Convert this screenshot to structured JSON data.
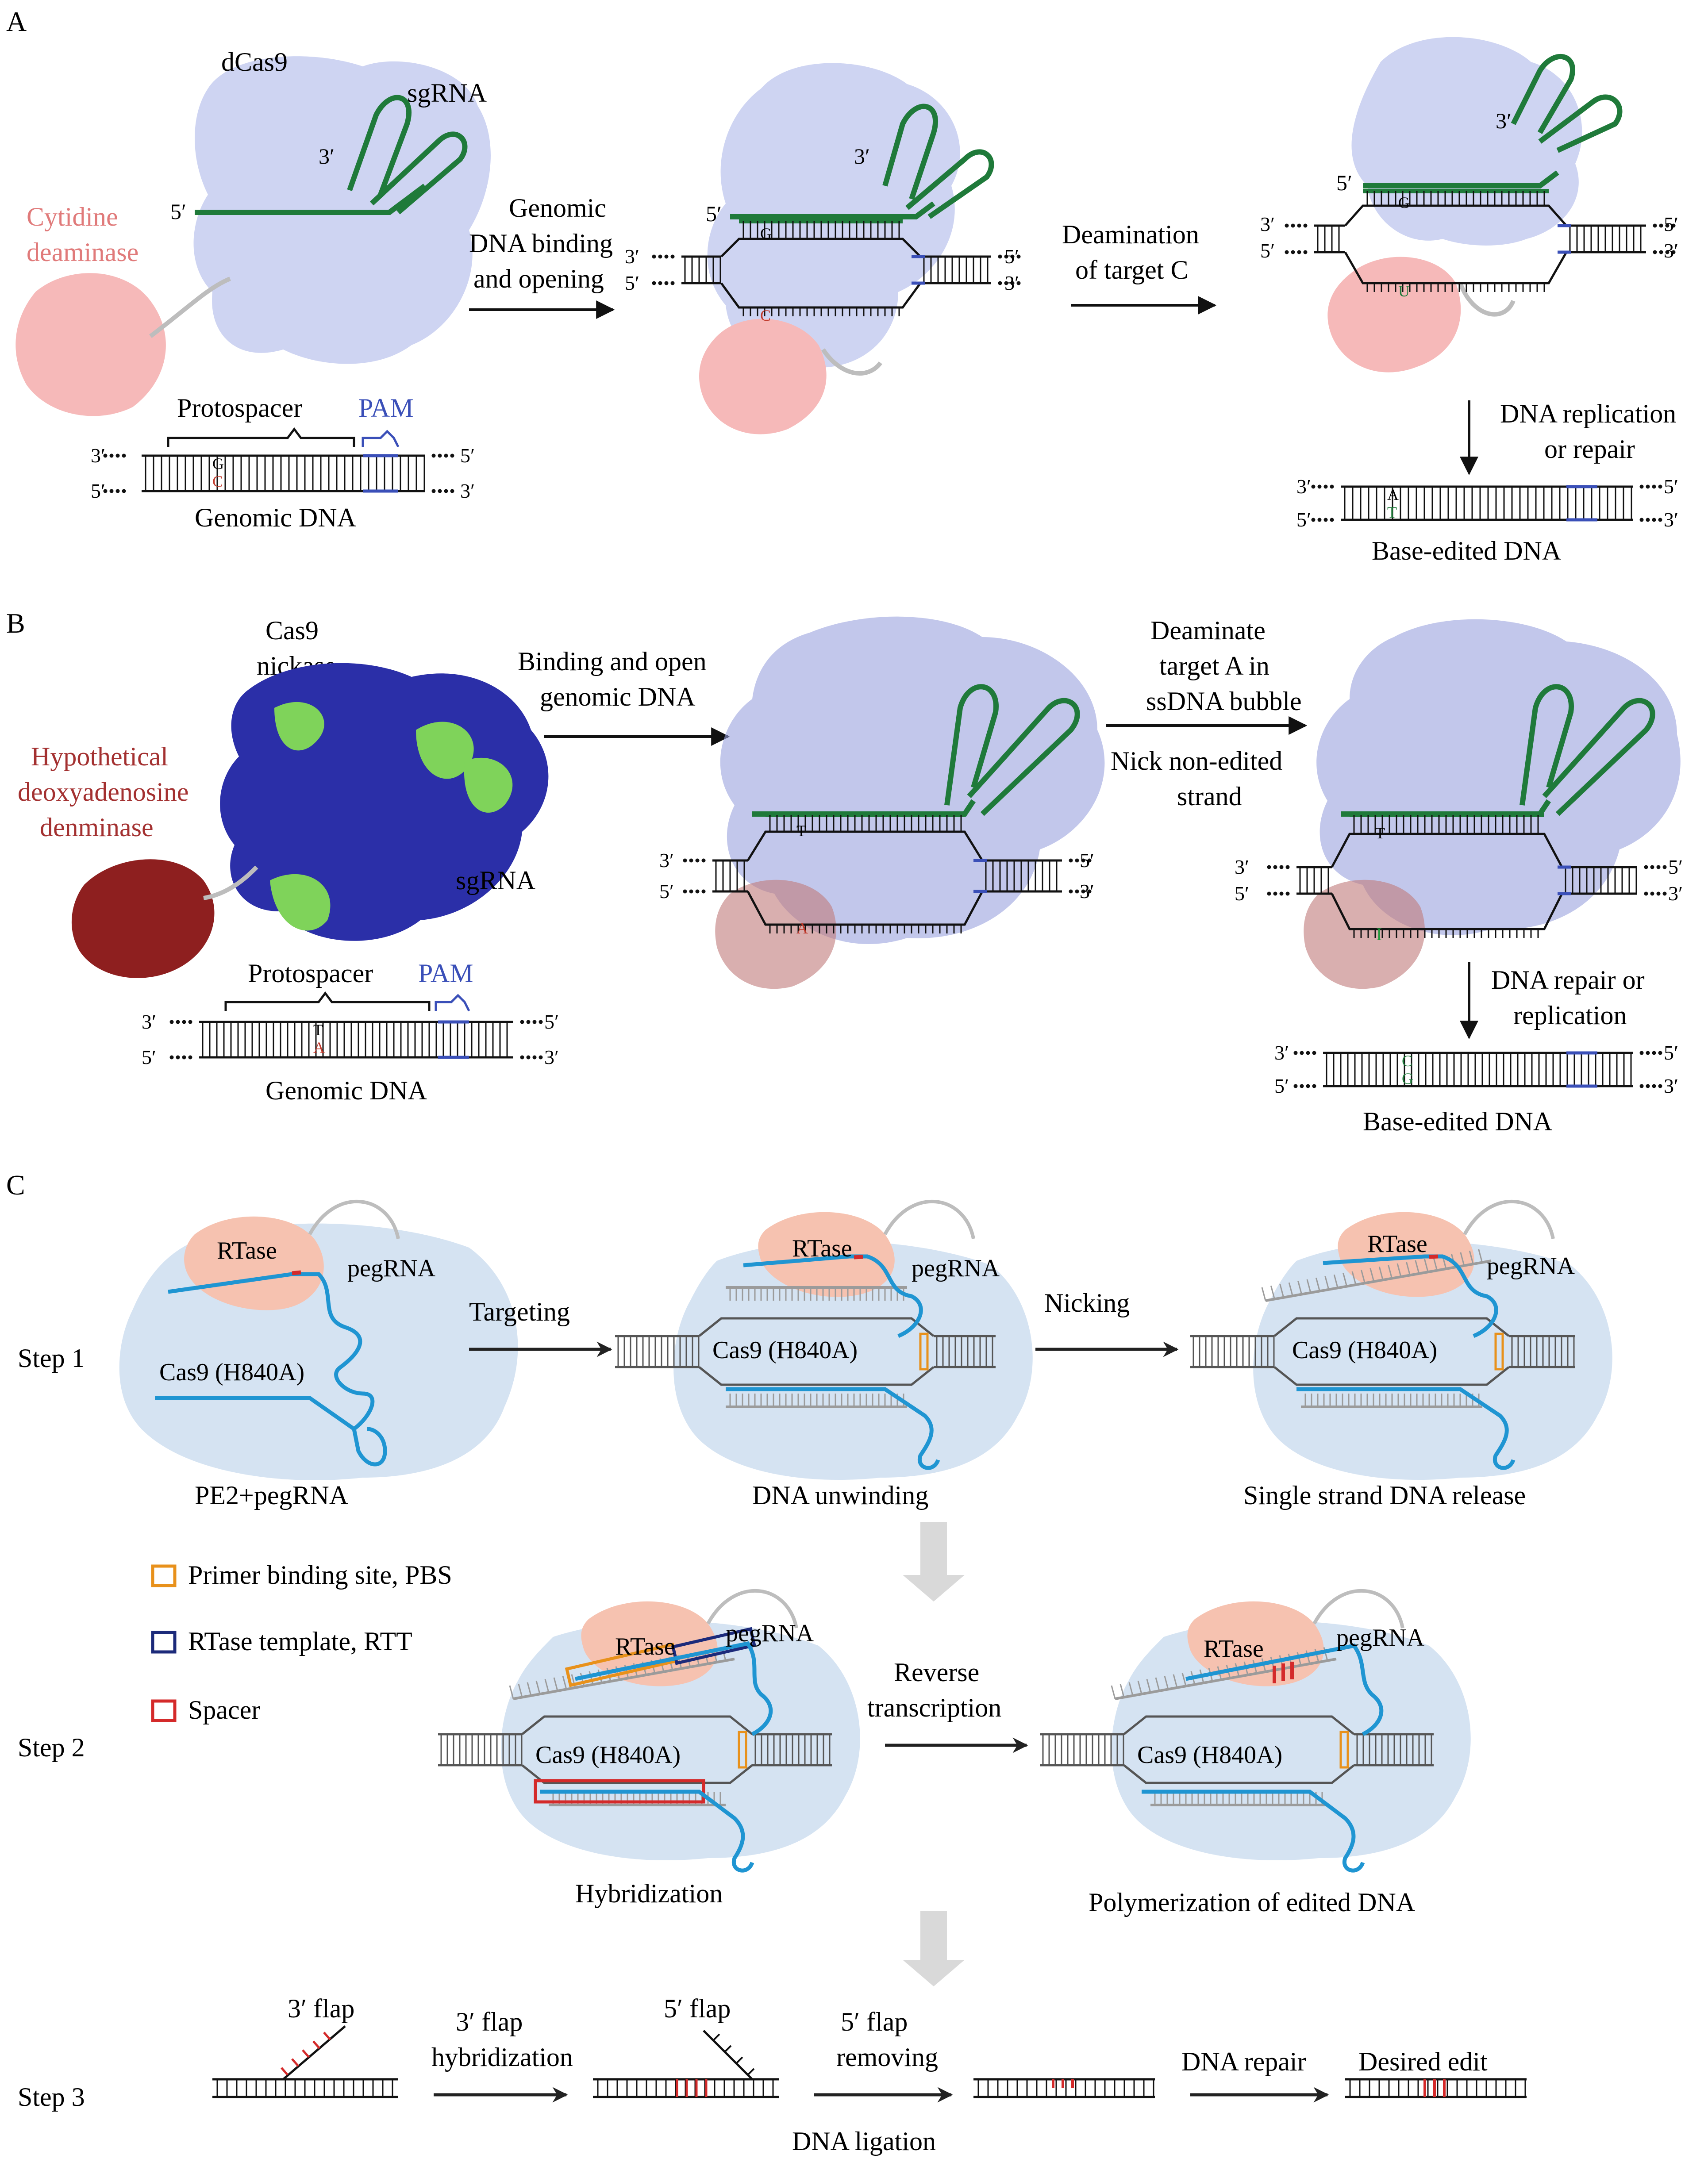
{
  "panels": {
    "a": {
      "letter": "A",
      "dcas9": "dCas9",
      "sgrna": "sgRNA",
      "deaminase_line1": "Cytidine",
      "deaminase_line2": "deaminase",
      "protospacer": "Protospacer",
      "pam": "PAM",
      "genomic_dna": "Genomic DNA",
      "arrow1_line1": "Genomic",
      "arrow1_line2": "DNA binding",
      "arrow1_line3": "and opening",
      "arrow2_line1": "Deamination",
      "arrow2_line2": "of target C",
      "arrow3_line1": "DNA replication",
      "arrow3_line2": "or repair",
      "result": "Base-edited DNA",
      "base_g": "G",
      "base_c": "C",
      "base_u": "U",
      "base_a": "A",
      "base_t": "T"
    },
    "b": {
      "letter": "B",
      "cas9_line1": "Cas9",
      "cas9_line2": "nickase",
      "deaminase_line1": "Hypothetical",
      "deaminase_line2": "deoxyadenosine",
      "deaminase_line3": "denminase",
      "sgrna": "sgRNA",
      "protospacer": "Protospacer",
      "pam": "PAM",
      "genomic_dna": "Genomic DNA",
      "arrow1_line1": "Binding and open",
      "arrow1_line2": "genomic DNA",
      "arrow2_line1": "Deaminate",
      "arrow2_line2": "target A in",
      "arrow2_line3": "ssDNA bubble",
      "arrow2_line4": "Nick non-edited",
      "arrow2_line5": "strand",
      "arrow3_line1": "DNA repair or",
      "arrow3_line2": "replication",
      "result": "Base-edited DNA",
      "base_t": "T",
      "base_a": "A",
      "base_i": "I",
      "base_c": "C",
      "base_g": "G"
    },
    "c": {
      "letter": "C",
      "step1": "Step 1",
      "step2": "Step 2",
      "step3": "Step 3",
      "rtase": "RTase",
      "pegrna": "pegRNA",
      "cas9": "Cas9 (H840A)",
      "pe2": "PE2+pegRNA",
      "targeting": "Targeting",
      "unwinding": "DNA unwinding",
      "nicking": "Nicking",
      "ss_release": "Single strand DNA release",
      "legend_pbs": "Primer binding site, PBS",
      "legend_rtt": "RTase template, RTT",
      "legend_spacer": "Spacer",
      "hybridization": "Hybridization",
      "rt_line1": "Reverse",
      "rt_line2": "transcription",
      "polymerization": "Polymerization of edited DNA",
      "flap3": "3′ flap",
      "flap3_hyb_line1": "3′ flap",
      "flap3_hyb_line2": "hybridization",
      "flap5": "5′ flap",
      "flap5_rm_line1": "5′ flap",
      "flap5_rm_line2": "removing",
      "ligation": "DNA ligation",
      "repair": "DNA repair",
      "desired": "Desired edit"
    }
  },
  "ends": {
    "p3": "3′",
    "p5": "5′"
  },
  "colors": {
    "cas9_light": "#b7c2ec",
    "cas9_dark": "#2b2fa8",
    "sgrna_green": "#1f7a3a",
    "deaminase_pink": "#f2a7a7",
    "deaminase_red": "#8e1f1f",
    "pam_blue": "#3a4fb8",
    "rtase_salmon": "#f6c2b0",
    "pe_blob": "#d5e3f2",
    "pegrna_blue": "#1f95d2",
    "pbs_orange": "#e8911b",
    "rtt_navy": "#1c2a7a",
    "spacer_red": "#d42a2a",
    "gray_arrow": "#d9d9d9"
  }
}
